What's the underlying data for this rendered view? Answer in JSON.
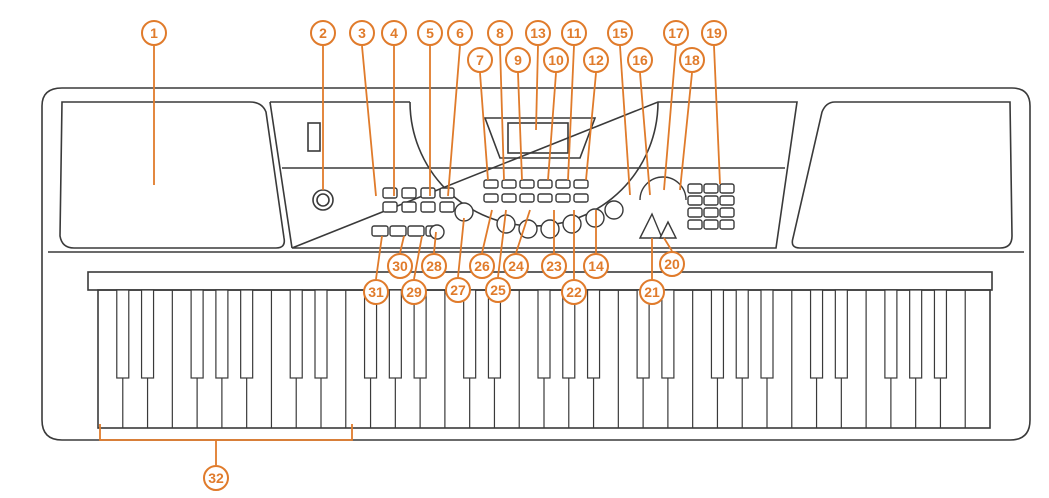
{
  "colors": {
    "accent": "#E07B2B",
    "line": "#3a3a3a",
    "background": "#ffffff"
  },
  "callouts": [
    {
      "label": "1",
      "part": "speaker-left"
    },
    {
      "label": "2",
      "part": "knob"
    },
    {
      "label": "3",
      "part": "panel-button"
    },
    {
      "label": "4",
      "part": "panel-button"
    },
    {
      "label": "5",
      "part": "panel-button"
    },
    {
      "label": "6",
      "part": "panel-button"
    },
    {
      "label": "7",
      "part": "panel-button"
    },
    {
      "label": "8",
      "part": "panel-button"
    },
    {
      "label": "9",
      "part": "panel-button"
    },
    {
      "label": "10",
      "part": "panel-button"
    },
    {
      "label": "11",
      "part": "panel-button"
    },
    {
      "label": "12",
      "part": "panel-button"
    },
    {
      "label": "13",
      "part": "lcd-display"
    },
    {
      "label": "14",
      "part": "round-button"
    },
    {
      "label": "15",
      "part": "arc-button"
    },
    {
      "label": "16",
      "part": "arc-button"
    },
    {
      "label": "17",
      "part": "arc-button"
    },
    {
      "label": "18",
      "part": "arc-button"
    },
    {
      "label": "19",
      "part": "numeric-pad"
    },
    {
      "label": "20",
      "part": "wheel"
    },
    {
      "label": "21",
      "part": "wheel"
    },
    {
      "label": "22",
      "part": "panel-button"
    },
    {
      "label": "23",
      "part": "round-button"
    },
    {
      "label": "24",
      "part": "panel-button"
    },
    {
      "label": "25",
      "part": "panel-button"
    },
    {
      "label": "26",
      "part": "panel-button"
    },
    {
      "label": "27",
      "part": "round-button"
    },
    {
      "label": "28",
      "part": "bottom-button"
    },
    {
      "label": "29",
      "part": "bottom-button"
    },
    {
      "label": "30",
      "part": "bottom-button"
    },
    {
      "label": "31",
      "part": "bottom-button"
    },
    {
      "label": "32",
      "part": "keyboard"
    }
  ]
}
